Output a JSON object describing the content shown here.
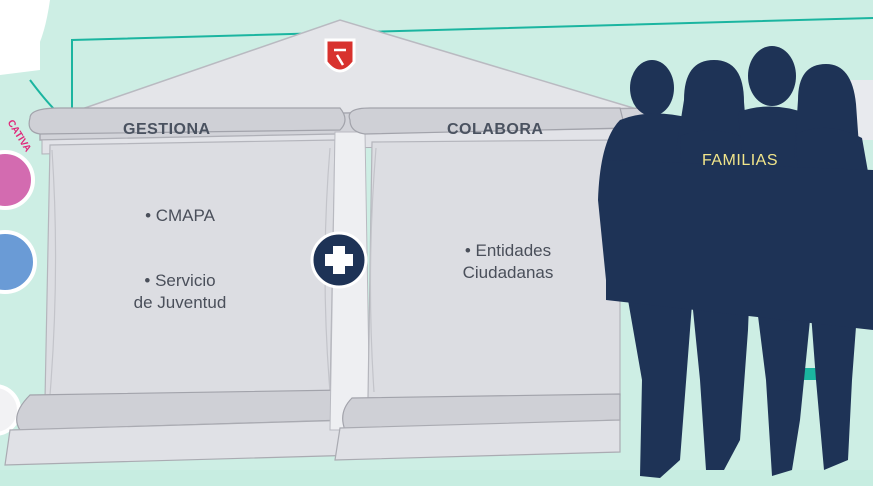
{
  "columns": [
    {
      "title": "GESTIONA",
      "items": [
        "• CMAPA",
        "• Servicio",
        "de Juventud"
      ]
    },
    {
      "title": "COLABORA",
      "items": [
        "• Entidades",
        "Ciudadanas"
      ]
    }
  ],
  "plus_icon": "plus-icon",
  "shield_icon": "coat-of-arms-icon",
  "families_label": "FAMILIAS",
  "side_label": "CATIVA",
  "colors": {
    "background": "#cdeee4",
    "column": "#dcdde2",
    "silhouette": "#1e3356",
    "families_text": "#f1e58a",
    "shield": "#d8322e",
    "accent_border": "#1bb5a0"
  }
}
